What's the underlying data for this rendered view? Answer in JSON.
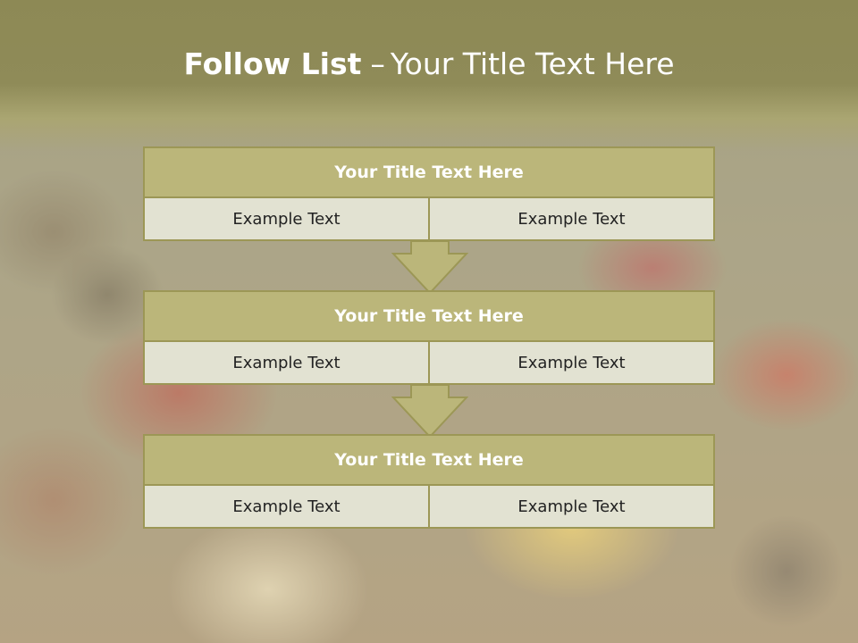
{
  "slide": {
    "title_bold": "Follow List",
    "title_separator": "–",
    "title_rest": "Your Title Text Here"
  },
  "boxes": [
    {
      "title": "Your Title Text Here",
      "left": "Example Text",
      "right": "Example Text"
    },
    {
      "title": "Your Title Text Here",
      "left": "Example Text",
      "right": "Example Text"
    },
    {
      "title": "Your Title Text Here",
      "left": "Example Text",
      "right": "Example Text"
    }
  ],
  "colors": {
    "header": "#8d8955",
    "box_title": "#bbb67a",
    "box_cell": "#e2e2d2",
    "border": "#9c9756"
  }
}
